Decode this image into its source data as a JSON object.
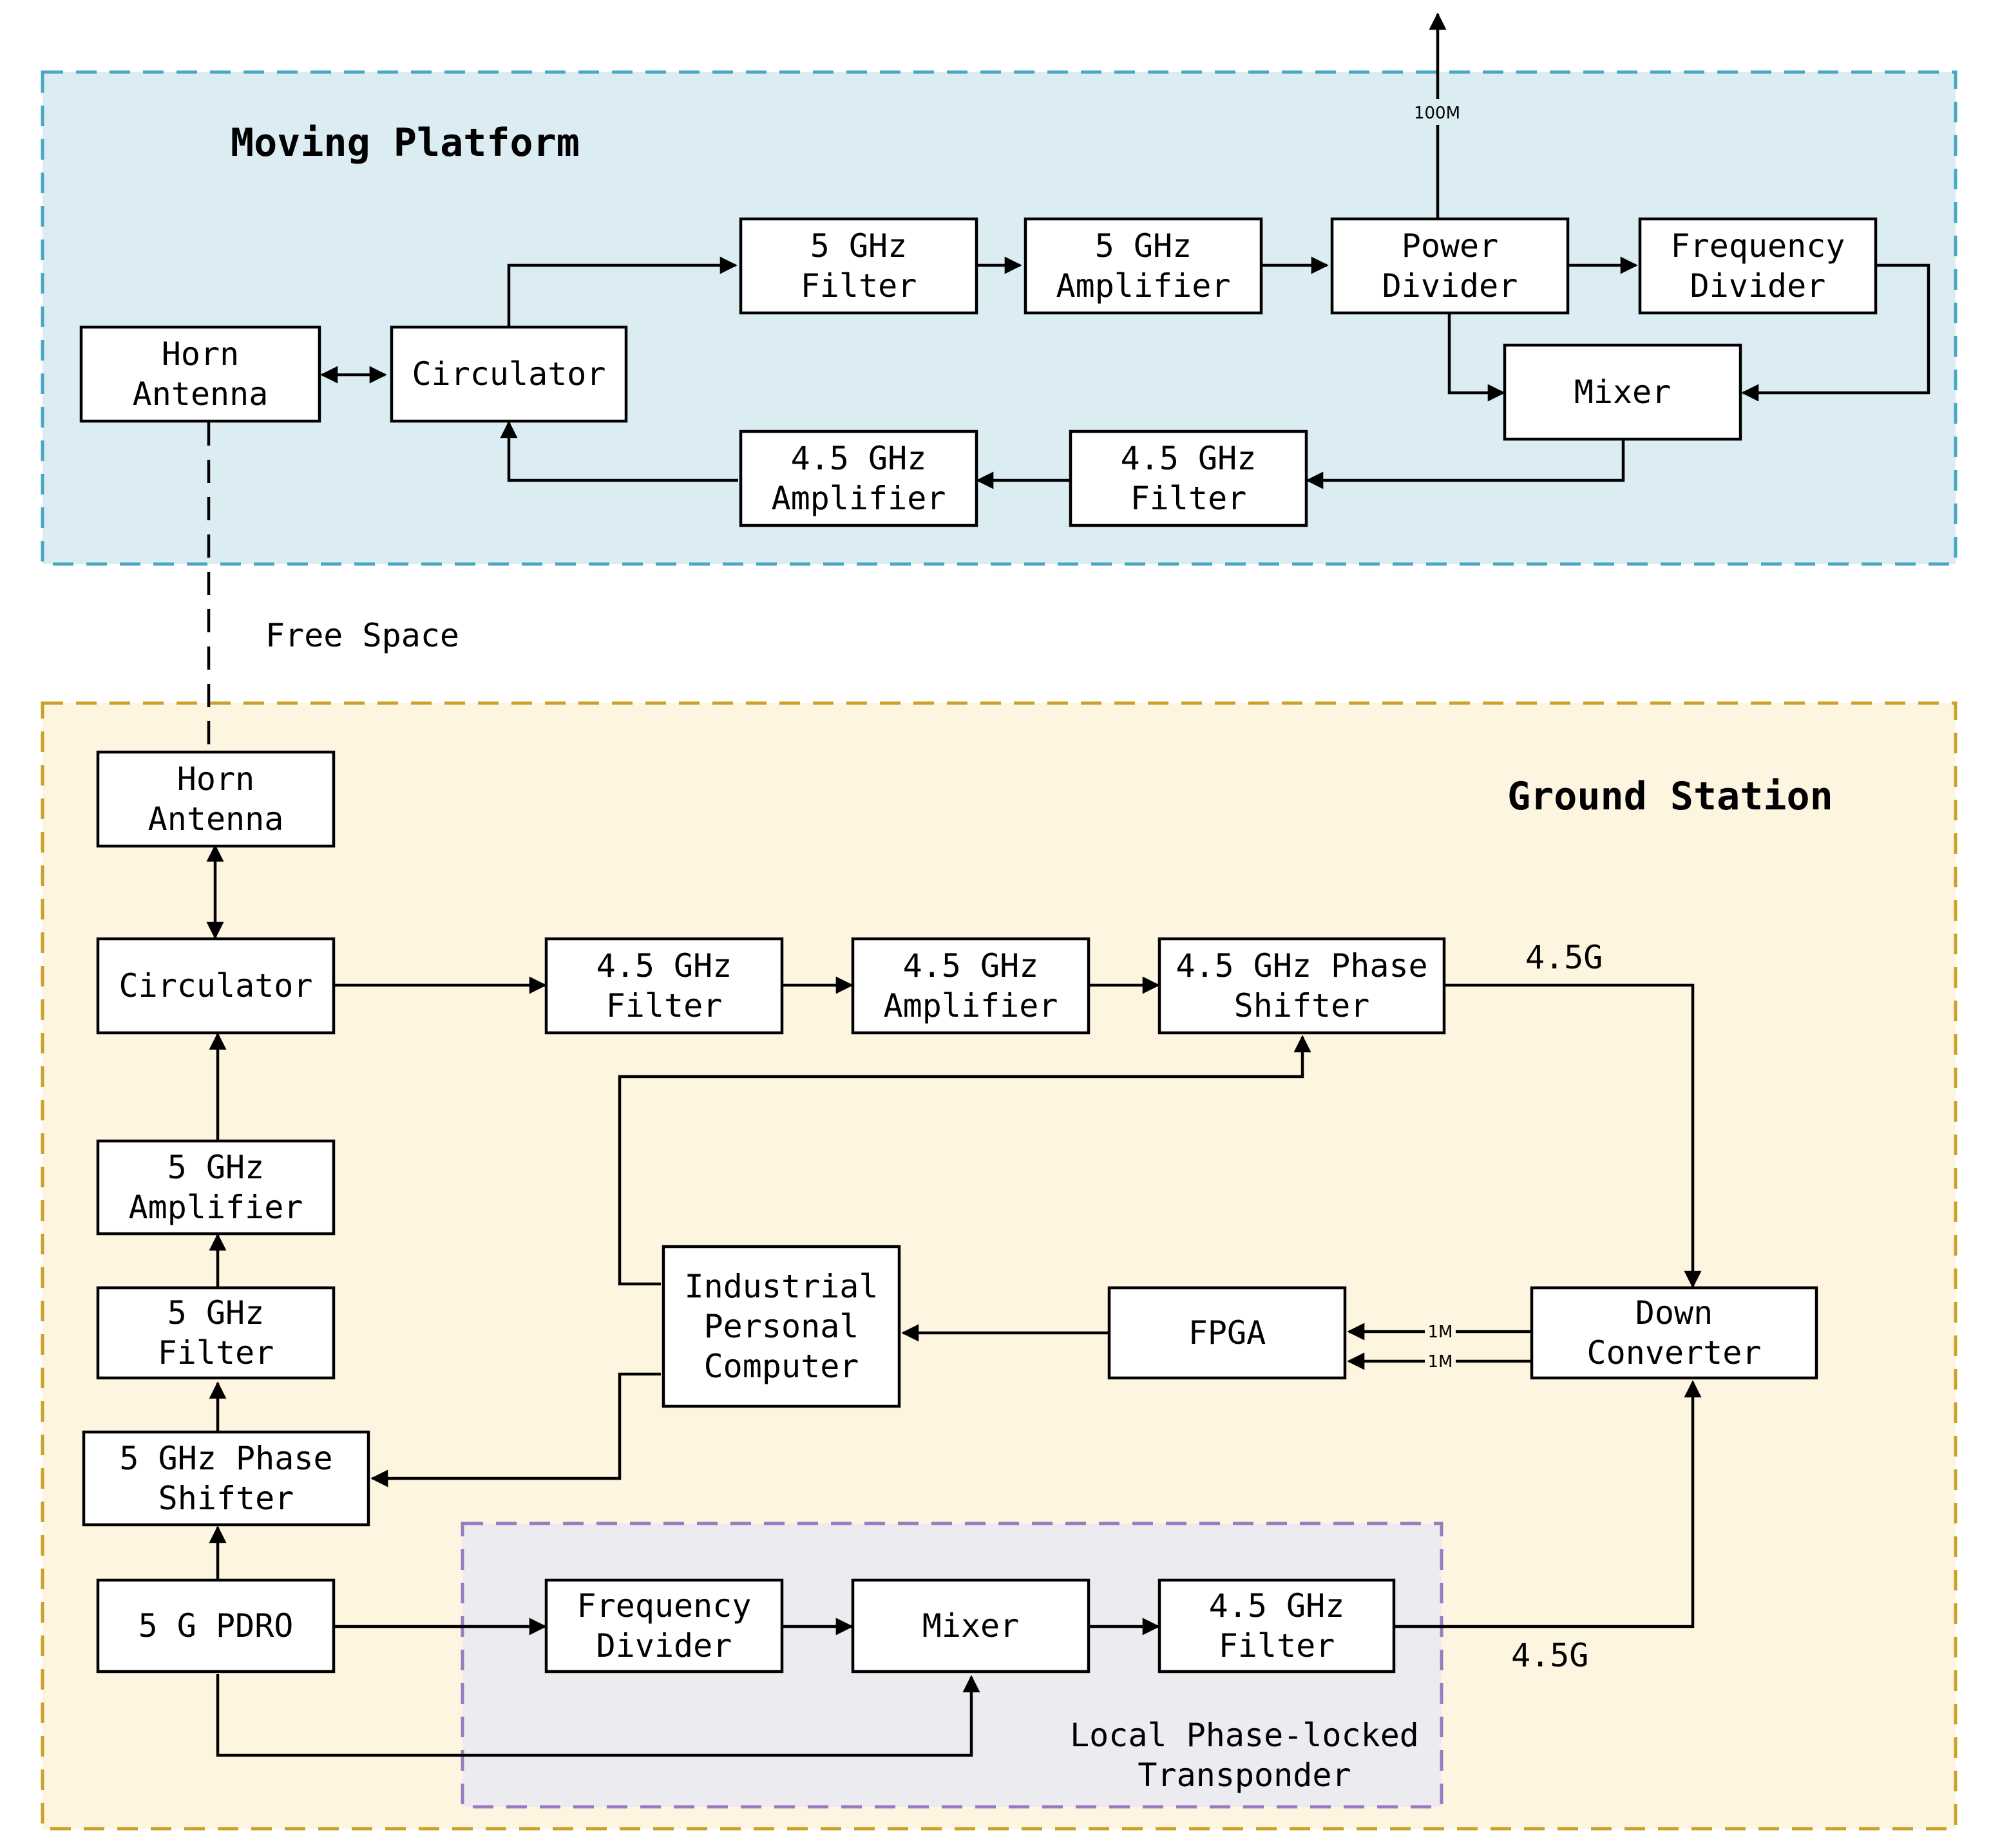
{
  "colors": {
    "moving_fill": "#dbedf2",
    "moving_border": "#4aa7c4",
    "ground_fill": "#fef5e1",
    "ground_border": "#c9a227",
    "transponder_fill": "#ecebf0",
    "transponder_border": "#9a7bbf"
  },
  "regions": {
    "moving_platform": "Moving Platform",
    "ground_station": "Ground Station",
    "transponder": [
      "Local Phase-locked",
      "Transponder"
    ],
    "free_space": "Free Space"
  },
  "blocks": {
    "mp_horn": [
      "Horn",
      "Antenna"
    ],
    "mp_circ": [
      "Circulator"
    ],
    "mp_f5": [
      "5 GHz",
      "Filter"
    ],
    "mp_a5": [
      "5 GHz",
      "Amplifier"
    ],
    "mp_pd": [
      "Power",
      "Divider"
    ],
    "mp_fd": [
      "Frequency",
      "Divider"
    ],
    "mp_mix": [
      "Mixer"
    ],
    "mp_a45": [
      "4.5 GHz",
      "Amplifier"
    ],
    "mp_f45": [
      "4.5 GHz",
      "Filter"
    ],
    "gs_horn": [
      "Horn",
      "Antenna"
    ],
    "gs_circ": [
      "Circulator"
    ],
    "gs_f45": [
      "4.5 GHz",
      "Filter"
    ],
    "gs_a45": [
      "4.5 GHz",
      "Amplifier"
    ],
    "gs_ps45": [
      "4.5 GHz Phase",
      "Shifter"
    ],
    "gs_a5": [
      "5 GHz",
      "Amplifier"
    ],
    "gs_f5": [
      "5 GHz",
      "Filter"
    ],
    "gs_ipc": [
      "Industrial",
      "Personal",
      "Computer"
    ],
    "gs_fpga": [
      "FPGA"
    ],
    "gs_dc": [
      "Down",
      "Converter"
    ],
    "gs_ps5": [
      "5 GHz Phase",
      "Shifter"
    ],
    "gs_pdro": [
      "5 G PDRO"
    ],
    "gs_fd": [
      "Frequency",
      "Divider"
    ],
    "gs_mix": [
      "Mixer"
    ],
    "gs_f45b": [
      "4.5 GHz",
      "Filter"
    ]
  },
  "signal_labels": {
    "out_100m": "100M",
    "sig_45g_top": "4.5G",
    "sig_45g_bottom": "4.5G",
    "fpga_1m_a": "1M",
    "fpga_1m_b": "1M"
  }
}
